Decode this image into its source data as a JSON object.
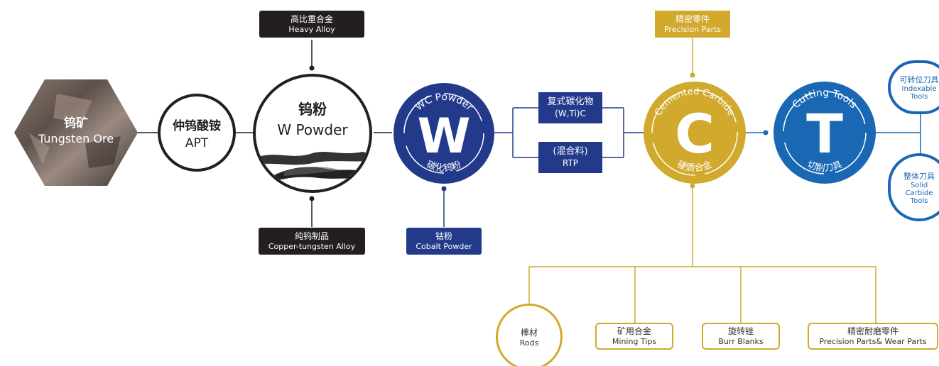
{
  "ore": {
    "zh": "钨矿",
    "en": "Tungsten Ore"
  },
  "apt": {
    "zh": "仲钨酸铵",
    "en": "APT"
  },
  "wpowder": {
    "zh": "钨粉",
    "en": "W Powder"
  },
  "heavy_alloy": {
    "zh": "高比重合金",
    "en": "Heavy Alloy"
  },
  "copper_tungsten": {
    "zh": "纯钨制品",
    "en": "Copper-tungsten Alloy"
  },
  "wc_powder": {
    "arc_top": "WC Powder",
    "arc_bottom": "碳化钨粉",
    "glyph": "W"
  },
  "cobalt": {
    "zh": "钴粉",
    "en": "Cobalt Powder"
  },
  "complex_carbide": {
    "zh": "复式碳化物",
    "en": "(W,Ti)C"
  },
  "rtp": {
    "zh": "(混合料)",
    "en": "RTP"
  },
  "cemented": {
    "arc_top": "Cemented Carbide",
    "arc_bottom": "硬质合金",
    "glyph": "C"
  },
  "precision_parts": {
    "zh": "精密零件",
    "en": "Precision Parts"
  },
  "cutting": {
    "arc_top": "Cutting Tools",
    "arc_bottom": "切削刀具",
    "glyph": "T"
  },
  "indexable": {
    "zh": "可转位刀具",
    "en1": "Indexable",
    "en2": "Tools"
  },
  "solid": {
    "zh": "整体刀具",
    "en1": "Solid",
    "en2": "Carbide",
    "en3": "Tools"
  },
  "rods": {
    "zh": "棒材",
    "en": "Rods"
  },
  "mining": {
    "zh": "矿用合金",
    "en": "Mining Tips"
  },
  "burr": {
    "zh": "旋转锉",
    "en": "Burr Blanks"
  },
  "wear": {
    "zh": "精密耐磨零件",
    "en": "Precision Parts& Wear Parts"
  },
  "colors": {
    "dark": "#231f20",
    "navy": "#233a8b",
    "gold": "#d1a92c",
    "blue": "#1a68b4"
  }
}
